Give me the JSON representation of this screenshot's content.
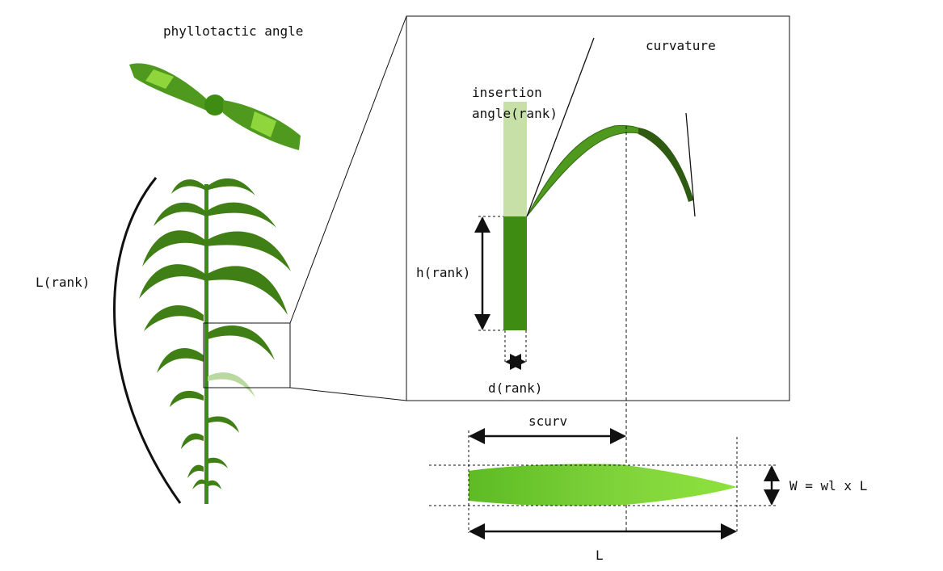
{
  "labels": {
    "phyllotactic_angle": "phyllotactic angle",
    "leaf_length_rank": "L(rank)",
    "curvature": "curvature",
    "insertion_line1": "insertion",
    "insertion_line2": "angle(rank)",
    "height_rank": "h(rank)",
    "diameter_rank": "d(rank)",
    "scurv": "scurv",
    "width_formula": "W = wl x L",
    "leaf_length": "L"
  },
  "colors": {
    "leaf_dark": "#2f6a12",
    "leaf_mid": "#4f9a1e",
    "leaf_light": "#8ed63c",
    "stem": "#3f8c12",
    "stem_faded": "#c6e0a8",
    "line": "#111111"
  }
}
